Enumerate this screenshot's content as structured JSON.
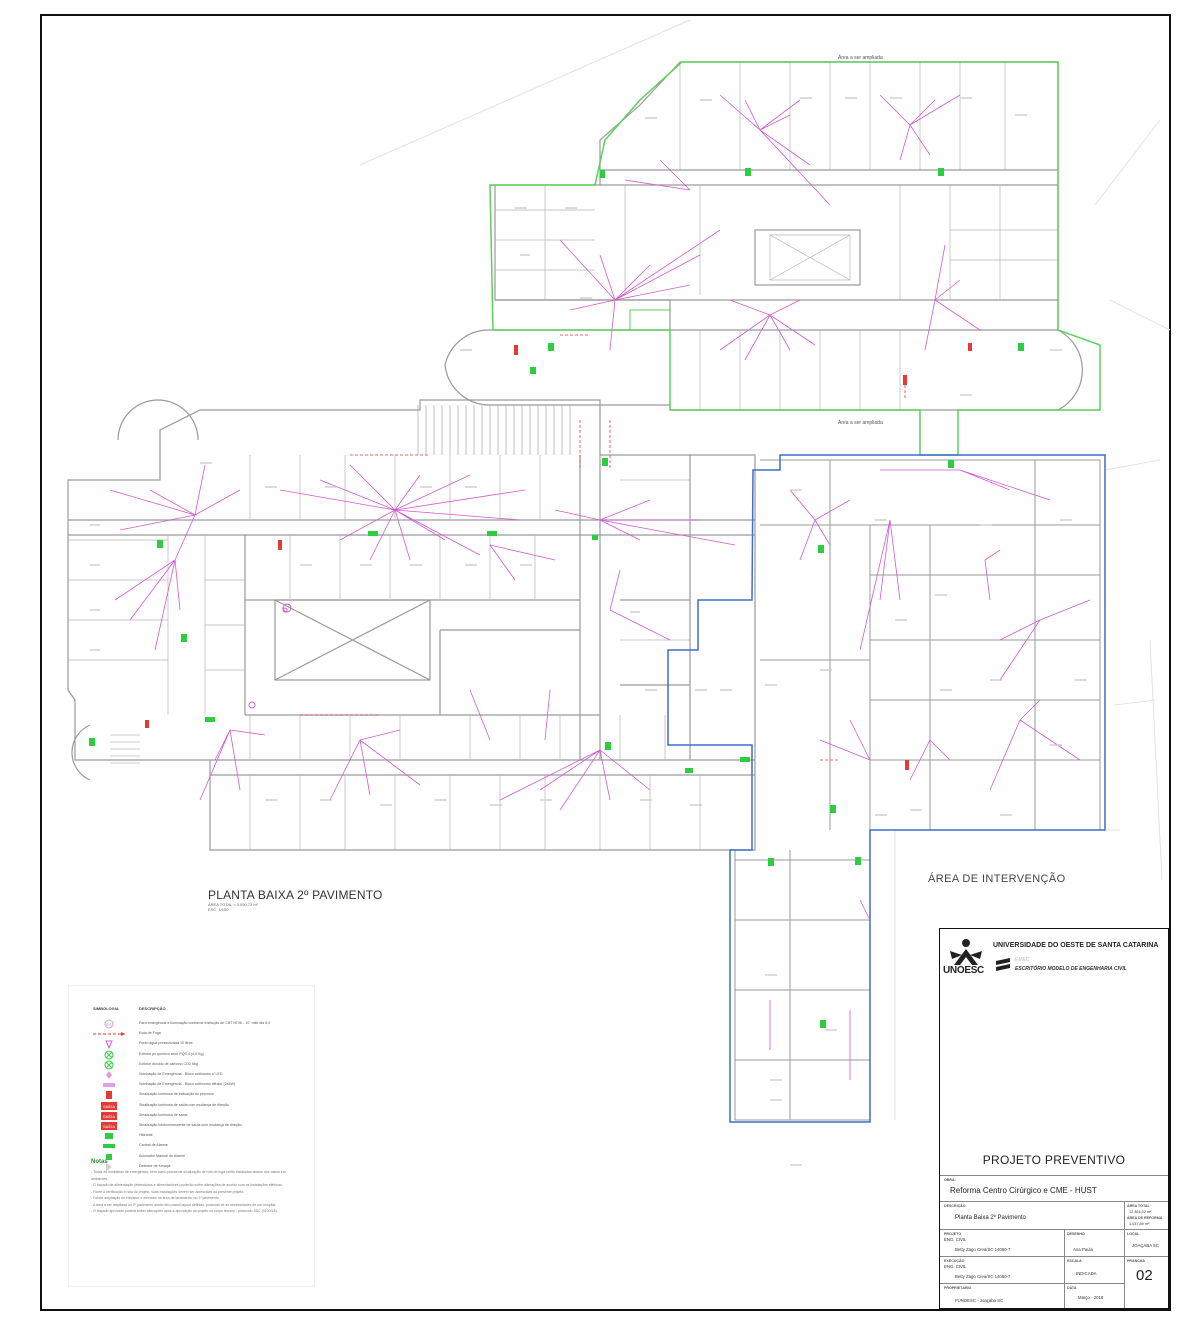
{
  "plan": {
    "title": "PLANTA BAIXA 2º PAVIMENTO",
    "subtitle_1": "ÁREA TOTAL = 3.050,73 m²",
    "subtitle_2": "ESC. 1/150",
    "intervention_label": "ÁREA DE INTERVENÇÃO",
    "area_to_expand_top": "Área a ser ampliada",
    "area_to_expand_mid": "Área a ser ampliada"
  },
  "colors": {
    "wall": "#9a9a9a",
    "wiring": "#d05ad0",
    "intervention_outline": "#3f6fc9",
    "expansion_outline": "#5ccf5c",
    "signage": "#2ecc40",
    "hazard": "#e53935"
  },
  "legend": {
    "header_symbol": "SIMBOLOGIA",
    "header_description": "DESCRIPÇÃO",
    "items": [
      {
        "icon": "sprinkler-circle-icon",
        "description": "Para emergência e iluminação conforme instrução de CBT NT06 - 10° mitir dia 6,0"
      },
      {
        "icon": "fire-route-line-icon",
        "description": "Rota de Fuga"
      },
      {
        "icon": "hydrant-point-icon",
        "description": "Ponto água pressurizada 10 litros"
      },
      {
        "icon": "extinguisher-pqs-icon",
        "description": "Extintor pó químico seco PQS 4 (4,0 Kg)"
      },
      {
        "icon": "extinguisher-co2-icon",
        "description": "Extintor dióxido de carbono CO2 6kg"
      },
      {
        "icon": "emergency-light-led-icon",
        "description": "Iluminação de Emergência - Bloco autônomo c/ LED"
      },
      {
        "icon": "emergency-light-block-icon",
        "description": "Iluminação de Emergência - Bloco autônomo difusor (2x4W)"
      },
      {
        "icon": "exit-sign-small-icon",
        "description": "Sinalização luminosa de indicação do percurso"
      },
      {
        "icon": "exit-sign-saida-icon",
        "description": "Sinalização luminosa de saída com mudança de direção"
      },
      {
        "icon": "exit-sign-saida-plain-icon",
        "description": "Sinalização luminosa de saída"
      },
      {
        "icon": "exit-sign-saida-photo-icon",
        "description": "Sinalização fotoluminescente de saída com mudança de direção"
      },
      {
        "icon": "alarm-green-icon",
        "description": "Hidrante"
      },
      {
        "icon": "alarm-central-icon",
        "description": "Central de Alarme"
      },
      {
        "icon": "alarm-manual-icon",
        "description": "Acionador Manual de Alarme"
      },
      {
        "icon": "smoke-detector-icon",
        "description": "Detector de fumaça"
      }
    ],
    "notes_title": "Notas",
    "notes": "- Todas as luminárias de emergência, bem como placas de sinalização de rota de fuga serão instaladas abaixo dos cabos em ambientes.\n- O traçado de alimentação (eletrodutos e alimentadores) poderão sofrer alterações de acordo com as instalações elétricas.\n- Fonte a verificação in situ do projeto, suas instalações devem ser acrescidas ao presente projeto.\n- Futura ampliação do elevador e elevador na área da lavanderia, no 2º pavimento.\n- A área a ser ampliada no 2º pavimento ainda não possui layout definido, podendo vir as necessidades de um hospital.\n- O traçado aprovado poderá sofrer alterações após a aprovação do projeto no corpo técnico - protocolo SSC (4100/18)."
  },
  "title_block": {
    "university": "UNIVERSIDADE DO OESTE DE SANTA CATARINA",
    "unoesc": "UNOESC",
    "emec": "EMEC",
    "office": "ESCRITÓRIO MODELO DE ENGENHARIA CIVIL",
    "project_type": "PROJETO PREVENTIVO",
    "obra_label": "OBRA:",
    "obra": "Reforma Centro Cirúrgico e CME - HUST",
    "descricao_label": "DESCRIÇÃO",
    "descricao": "Planta Baixa 2º Pavimento",
    "area_total_label": "ÁREA TOTAL",
    "area_total": "12.364,02 m²",
    "area_reforma_label": "ÁREA DE REFORMA",
    "area_reforma": "1.037,89 m²",
    "projeto_label": "PROJETO",
    "projeto_role": "ENG. CIVIL",
    "projeto_name": "Betty Zago  Crea/SC 14060-7",
    "desenho_label": "DESENHO",
    "desenho": "Ana Paula",
    "local_label": "LOCAL",
    "local": "JOAÇABA SC",
    "execucao_label": "EXECUÇÃO",
    "execucao_role": "ENG. CIVIL",
    "execucao_name": "Betty Zago  Crea/SC 14060-7",
    "escala_label": "ESCALA",
    "escala": "INDICADA",
    "prancha_label": "PRANCHA",
    "prancha": "02",
    "proprietario_label": "PROPRIETÁRIO",
    "proprietario": "FUNOESC - Joaçaba SC",
    "data_label": "DATA",
    "data": "Março - 2018"
  }
}
